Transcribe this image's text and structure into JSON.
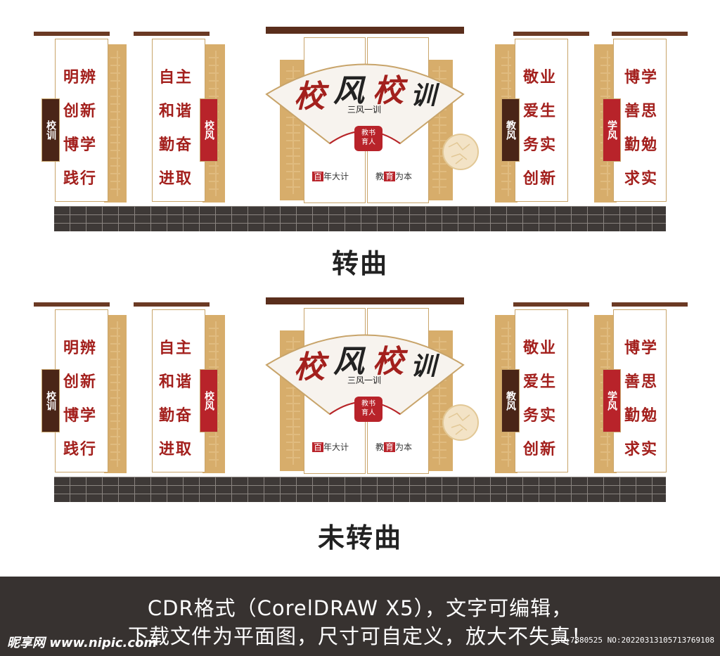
{
  "design": {
    "left_panel_1": {
      "badge": "校训",
      "lines": [
        "明辨",
        "创新",
        "博学",
        "践行"
      ]
    },
    "left_panel_2": {
      "badge": "校风",
      "lines": [
        "自主",
        "和谐",
        "勤奋",
        "进取"
      ]
    },
    "right_panel_1": {
      "badge": "教风",
      "lines": [
        "敬业",
        "爱生",
        "务实",
        "创新"
      ]
    },
    "right_panel_2": {
      "badge": "学风",
      "lines": [
        "博学",
        "善思",
        "勤勉",
        "求实"
      ]
    },
    "fan": {
      "title_1": "校",
      "title_2": "风",
      "title_3": "校",
      "title_4": "训",
      "subtitle": "三风一训",
      "seal": "教书育人"
    },
    "left_tag": {
      "hl": "百",
      "rest": "年大计"
    },
    "right_tag": {
      "pre": "教",
      "hl": "育",
      "rest": "为本"
    }
  },
  "captions": {
    "top": "转曲",
    "bottom": "未转曲"
  },
  "footer": {
    "line1": "CDR格式（CorelDRAW X5），文字可编辑，",
    "line2": "下载文件为平面图，尺寸可自定义，放大不失真！",
    "watermark": "昵享网 www.nipic.com",
    "id": "ID:7880525 NO:20220313105713769108"
  },
  "colors": {
    "red": "#a3201d",
    "brown": "#4a2517",
    "gold": "#d7ad6b",
    "brick": "#3e3937",
    "footer_bg": "#373230"
  }
}
